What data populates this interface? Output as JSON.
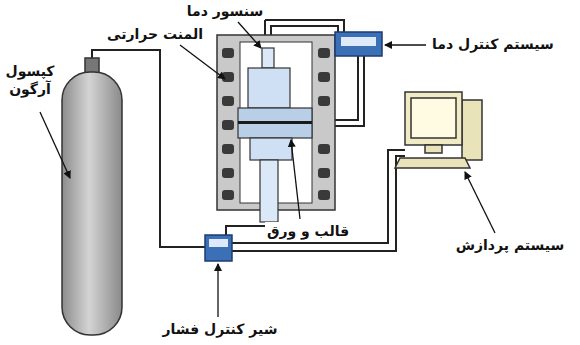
{
  "diagram": {
    "labels": [
      "سنسور دما",
      "المنت حرارتی",
      "سیستم کنترل دما",
      "کپسول آرگون",
      "قالب و ورق",
      "سیستم پردازش",
      "شیر کنترل فشار"
    ]
  }
}
